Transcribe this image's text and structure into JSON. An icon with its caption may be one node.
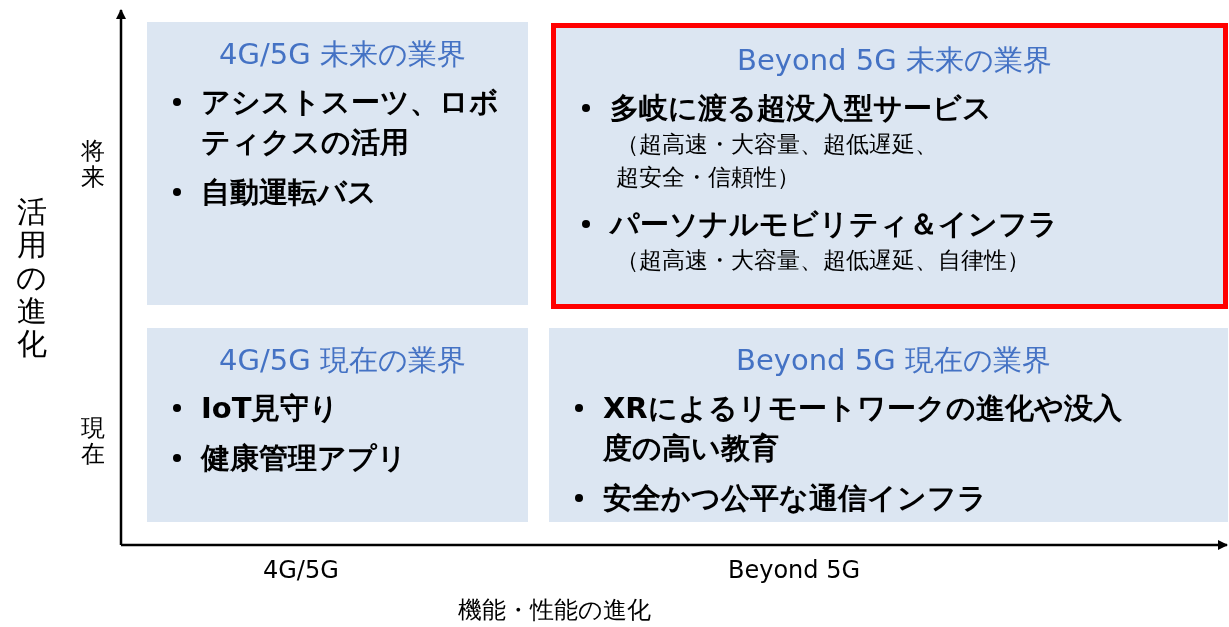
{
  "diagram": {
    "nodes": [
      {
        "text": [
          "4G/5G 未来の業界",
          "アシストスーツ、ロボティクスの活用",
          "自動運転バス"
        ]
      },
      {
        "text": [
          "Beyond 5G 未来の業界",
          "多岐に渡る超没入型サービス",
          "（超高速・大容量、超低遅延、超安全・信頼性）",
          "パーソナルモビリティ＆インフラ",
          "（超高速・大容量、超低遅延、自律性）"
        ]
      },
      {
        "text": [
          "4G/5G 現在の業界",
          "IoT見守り",
          "健康管理アプリ"
        ]
      },
      {
        "text": [
          "Beyond 5G 現在の業界",
          "XRによるリモートワークの進化や没入度の高い教育",
          "安全かつ公平な通信インフラ"
        ]
      }
    ],
    "edges": [],
    "labels": [
      "将来",
      "現在",
      "活用の進化",
      "4G/5G",
      "Beyond 5G",
      "機能・性能の進化"
    ]
  }
}
